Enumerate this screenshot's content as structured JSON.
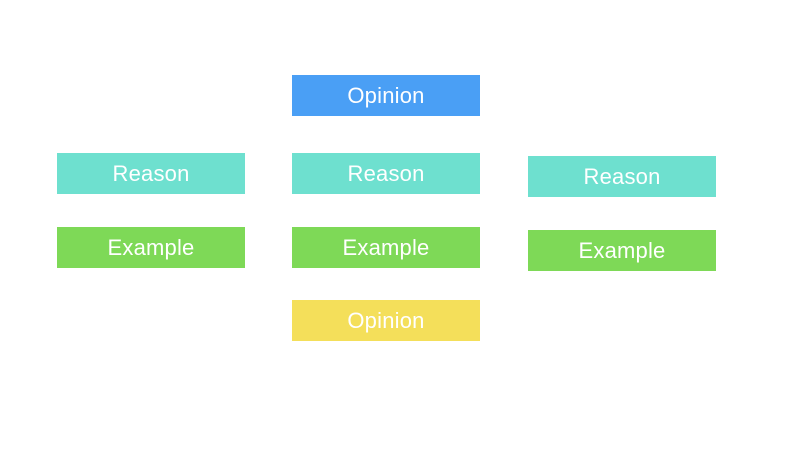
{
  "colors": {
    "opinion_top": "#4a9ff5",
    "reason": "#6ee0cf",
    "example": "#7ed957",
    "opinion_bottom": "#f4df5a"
  },
  "diagram": {
    "opinion_top": "Opinion",
    "reasons": [
      "Reason",
      "Reason",
      "Reason"
    ],
    "examples": [
      "Example",
      "Example",
      "Example"
    ],
    "opinion_bottom": "Opinion"
  }
}
